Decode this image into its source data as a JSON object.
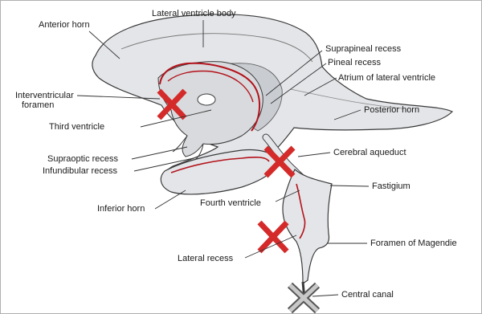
{
  "labels": {
    "anterior_horn": "Anterior horn",
    "lateral_ventricle_body": "Lateral ventricle body",
    "suprapineal_recess": "Suprapineal recess",
    "pineal_recess": "Pineal recess",
    "atrium": "Atrium of lateral ventricle",
    "interventricular_foramen_1": "Interventricular",
    "interventricular_foramen_2": "foramen",
    "posterior_horn": "Posterior horn",
    "third_ventricle": "Third ventricle",
    "cerebral_aqueduct": "Cerebral aqueduct",
    "supraoptic_recess": "Supraoptic recess",
    "infundibular_recess": "Infundibular recess",
    "fastigium": "Fastigium",
    "fourth_ventricle": "Fourth ventricle",
    "inferior_horn": "Inferior horn",
    "foramen_of_magendie": "Foramen of Magendie",
    "lateral_recess": "Lateral recess",
    "central_canal": "Central canal"
  },
  "colors": {
    "ventricle_fill": "#e3e5e8",
    "ventricle_shade": "#b9bcc1",
    "outline": "#3a3a3a",
    "ependyma_red": "#b3121b",
    "cross_red": "#d42a2a",
    "cross_gray": "#9a9a9a",
    "leader": "#333333"
  }
}
